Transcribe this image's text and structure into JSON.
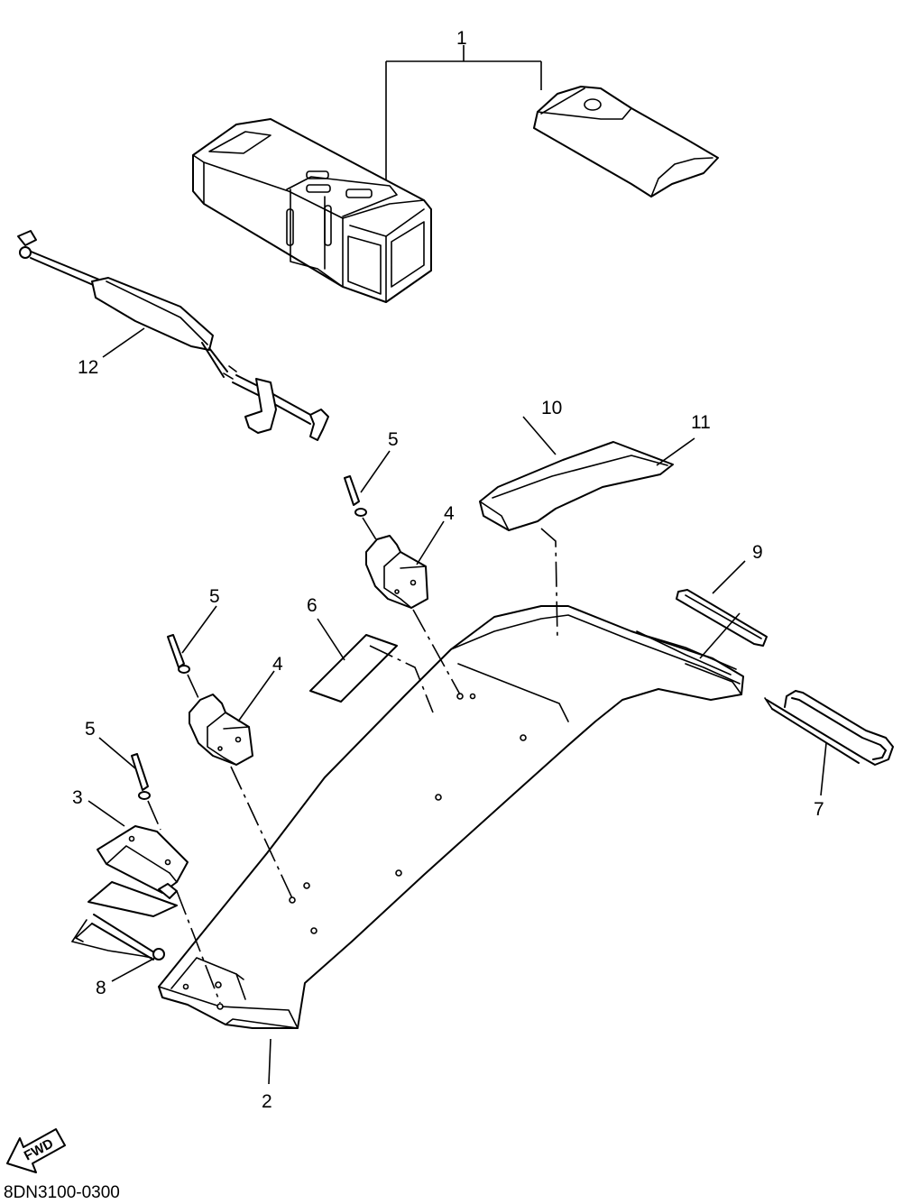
{
  "diagram": {
    "drawing_code": "8DN3100-0300",
    "direction_arrow_label": "FWD",
    "callouts": {
      "c1": "1",
      "c2": "2",
      "c3": "3",
      "c4a": "4",
      "c4b": "4",
      "c5a": "5",
      "c5b": "5",
      "c5c": "5",
      "c6": "6",
      "c7": "7",
      "c8": "8",
      "c9": "9",
      "c10": "10",
      "c11": "11",
      "c12": "12"
    }
  }
}
